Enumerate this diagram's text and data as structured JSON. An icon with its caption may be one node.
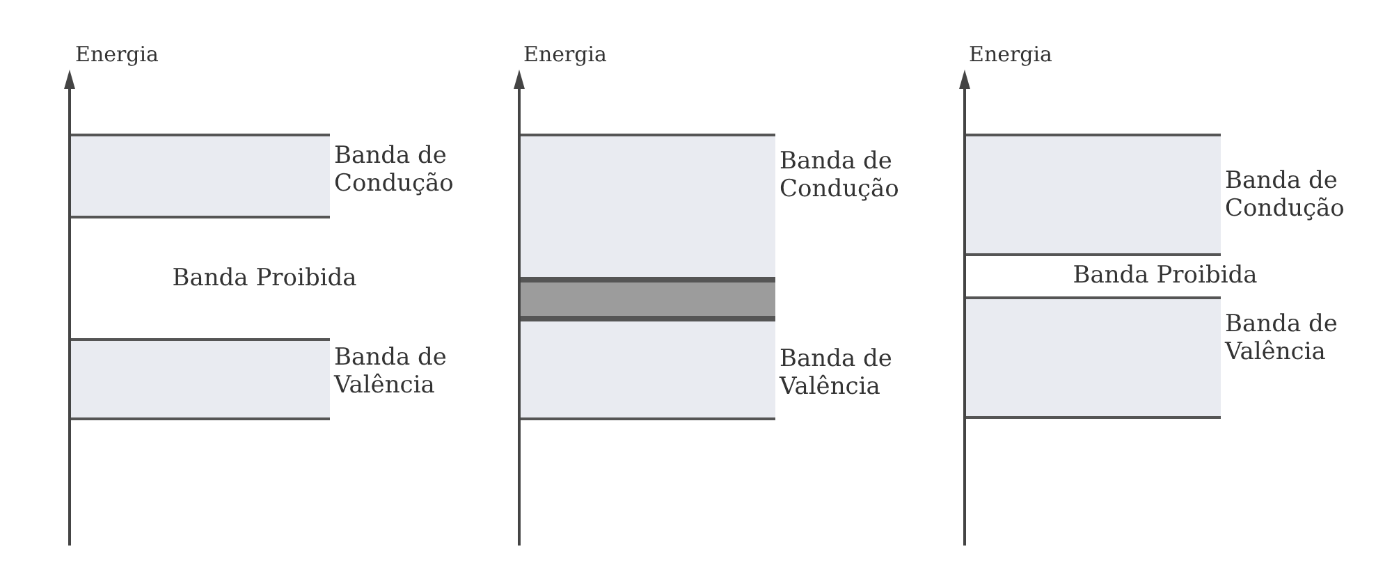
{
  "diagram": {
    "nodes": [
      {
        "text": [
          "Banda de Condução"
        ]
      },
      {
        "text": [
          "Banda de Valência"
        ]
      },
      {
        "text": [
          "Banda de Condução"
        ]
      },
      {
        "text": [],
        "shape": "bar"
      },
      {
        "text": [
          "Banda de Valência"
        ]
      },
      {
        "text": [
          "Banda de Condução"
        ]
      },
      {
        "text": [
          "Banda de Valência"
        ]
      }
    ],
    "labels": [
      "Energia",
      "Energia",
      "Energia",
      "Banda Proibida",
      "Banda Proibida"
    ]
  }
}
